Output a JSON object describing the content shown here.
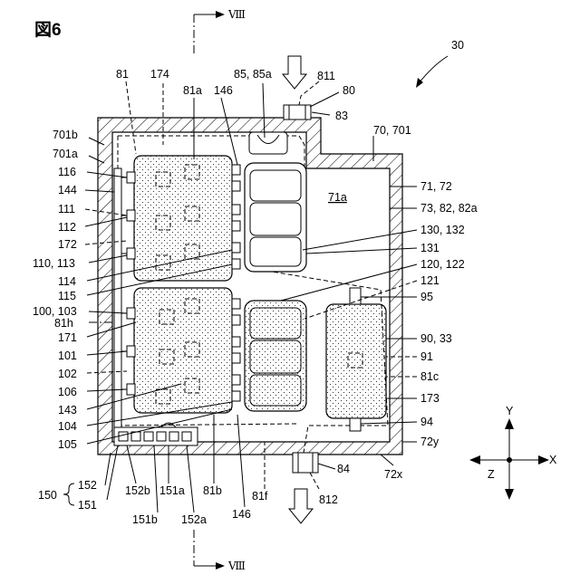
{
  "figure": {
    "title": "図6",
    "ref": "30",
    "section_top": "Ⅷ",
    "section_bottom": "Ⅷ"
  },
  "labels": {
    "l81": "81",
    "l174": "174",
    "l81a": "81a",
    "l146t": "146",
    "l85": "85, 85a",
    "l811": "811",
    "l80": "80",
    "l83": "83",
    "l701b": "701b",
    "l701a": "701a",
    "l70": "70, 701",
    "l116": "116",
    "l144": "144",
    "l111": "111",
    "l112": "112",
    "l172": "172",
    "l110": "110, 113",
    "l114": "114",
    "l115": "115",
    "l100": "100, 103",
    "l81h": "81h",
    "l171": "171",
    "l101": "101",
    "l102": "102",
    "l106": "106",
    "l143": "143",
    "l104": "104",
    "l105": "105",
    "l71a": "71a",
    "l7172": "71, 72",
    "l73": "73, 82, 82a",
    "l130": "130, 132",
    "l131": "131",
    "l120": "120, 122",
    "l121": "121",
    "l95": "95",
    "l90": "90, 33",
    "l91": "91",
    "l81c": "81c",
    "l173": "173",
    "l94": "94",
    "l72y": "72y",
    "l72x": "72x",
    "l84": "84",
    "l812": "812",
    "l81f": "81f",
    "l81b": "81b",
    "l146b": "146",
    "l152a": "152a",
    "l151b": "151b",
    "l151a": "151a",
    "l152b": "152b",
    "l151": "151",
    "l152": "152",
    "l150": "150"
  },
  "axes": {
    "y": "Y",
    "x": "X",
    "z": "Z"
  }
}
